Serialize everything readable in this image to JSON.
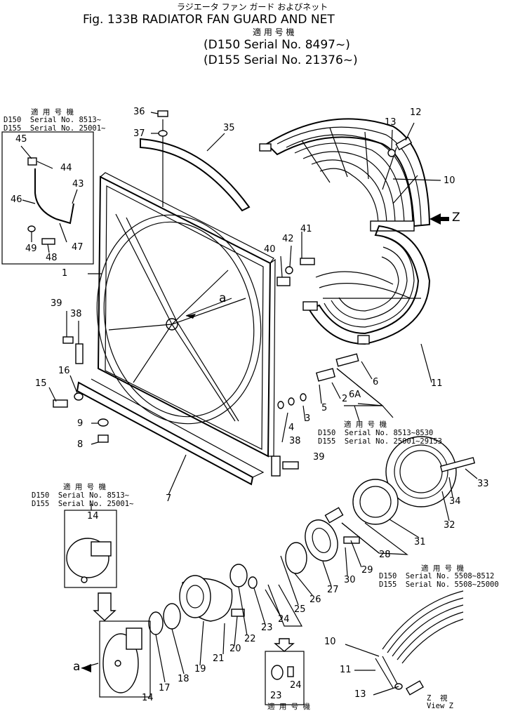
{
  "header": {
    "title_jp": "ラジエータ ファン ガード およびネット",
    "title": "Fig. 133B RADIATOR FAN GUARD AND NET",
    "applicable_jp": "適 用 号 機",
    "serial_line_1": "(D150 Serial No. 8497~)",
    "serial_line_2": "(D155 Serial No. 21376~)"
  },
  "notes": {
    "inset_top": {
      "jp": "適 用 号 機",
      "line1": "D150  Serial No. 8513~",
      "line2": "D155  Serial No. 25001~"
    },
    "bracket_6a": {
      "jp": "適 用 号 機",
      "line1": "D150  Serial No. 8513~8530",
      "line2": "D155  Serial No. 25001~29153"
    },
    "inset_left": {
      "jp": "適 用 号 機",
      "line1": "D150  Serial No. 8513~",
      "line2": "D155  Serial No. 25001~"
    },
    "view_z": {
      "jp": "適 用 号 機",
      "line1": "D150  Serial No. 5508~8512",
      "line2": "D155  Serial No. 5508~25000"
    },
    "bottom_jp": "適 用 号 機",
    "view_z_label_1": "Z  視",
    "view_z_label_2": "View Z",
    "arrow_z": "Z",
    "label_a": "a"
  },
  "part_numbers": [
    "1",
    "2",
    "3",
    "4",
    "5",
    "6",
    "6A",
    "7",
    "8",
    "9",
    "10",
    "11",
    "12",
    "13",
    "14",
    "15",
    "16",
    "17",
    "18",
    "19",
    "20",
    "21",
    "22",
    "23",
    "24",
    "25",
    "26",
    "27",
    "28",
    "29",
    "30",
    "31",
    "32",
    "33",
    "34",
    "35",
    "36",
    "37",
    "38",
    "39",
    "40",
    "41",
    "42",
    "43",
    "44",
    "45",
    "46",
    "47",
    "48",
    "49"
  ],
  "callouts": {
    "c36": "36",
    "c37": "37",
    "c35": "35",
    "c13": "13",
    "c12": "12",
    "c10": "10",
    "cz": "Z",
    "c45": "45",
    "c44": "44",
    "c43": "43",
    "c46": "46",
    "c47": "47",
    "c49": "49",
    "c48": "48",
    "c1": "1",
    "c41": "41",
    "c42": "42",
    "c40": "40",
    "ca1": "a",
    "c39a": "39",
    "c38a": "38",
    "c16": "16",
    "c15": "15",
    "c11": "11",
    "c6": "6",
    "c2": "2",
    "c6a": "6A",
    "c5": "5",
    "c3": "3",
    "c4": "4",
    "c9": "9",
    "c8": "8",
    "c38b": "38",
    "c39b": "39",
    "c7": "7",
    "c33": "33",
    "c34": "34",
    "c32": "32",
    "c31": "31",
    "c28": "28",
    "c29": "29",
    "c30": "30",
    "c27": "27",
    "c26": "26",
    "c25": "25",
    "c24a": "24",
    "c23a": "23",
    "c22": "22",
    "c20": "20",
    "c21": "21",
    "c19": "19",
    "c18": "18",
    "c17": "17",
    "c14a": "14",
    "c14b": "14",
    "ca2": "a",
    "c10b": "10",
    "c11b": "11",
    "c13b": "13",
    "c23b": "23",
    "c24b": "24"
  }
}
